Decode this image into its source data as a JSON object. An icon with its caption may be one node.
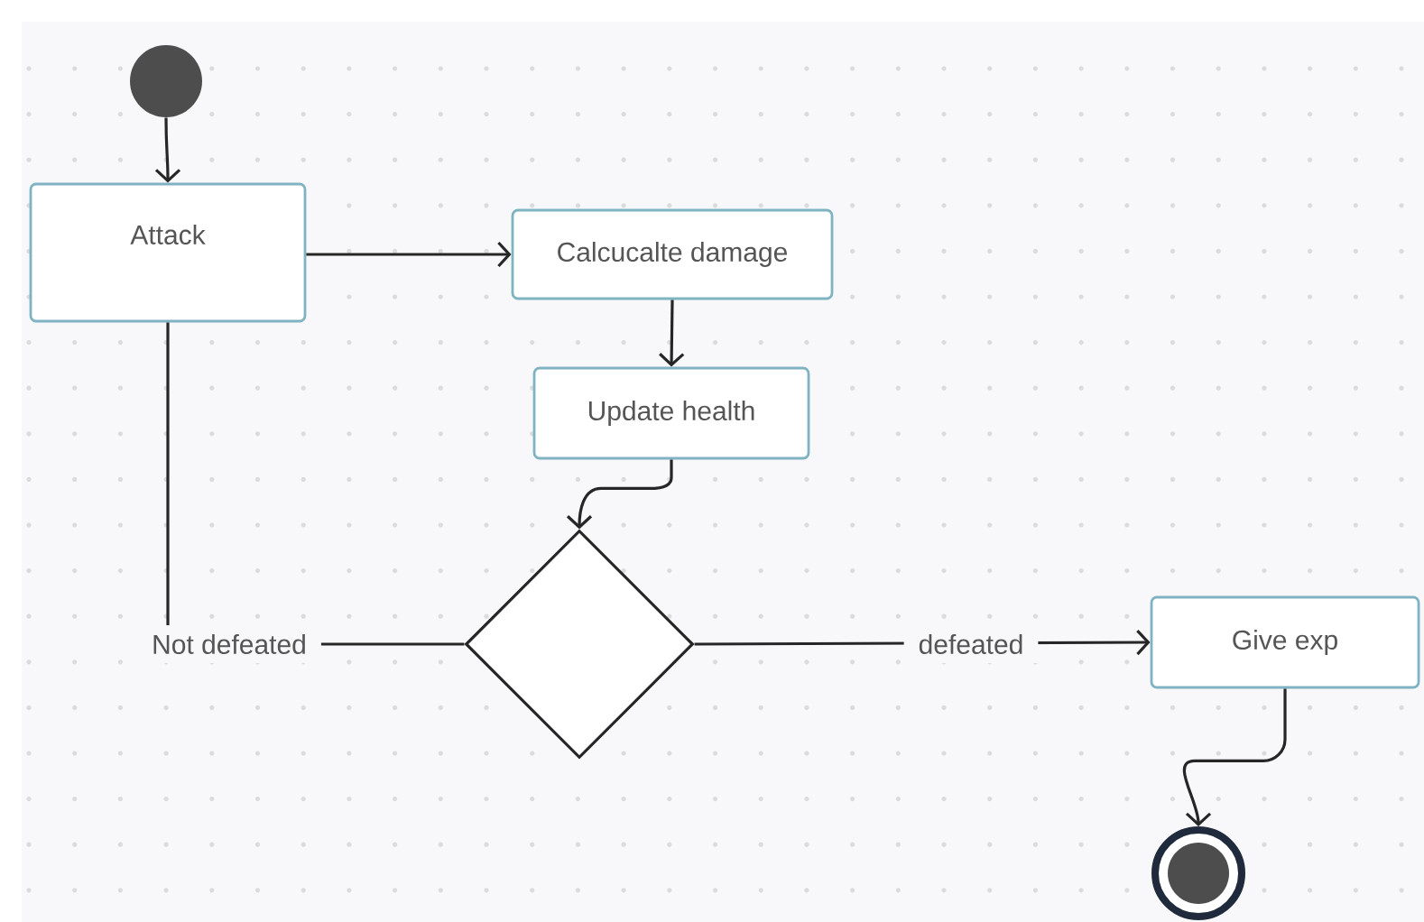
{
  "diagram": {
    "nodes": [
      {
        "text": [],
        "shape": "circle"
      },
      {
        "text": [
          "Attack"
        ]
      },
      {
        "text": [
          "Calcucalte damage"
        ]
      },
      {
        "text": [
          "Update health"
        ]
      },
      {
        "text": [],
        "shape": "diamond"
      },
      {
        "text": [
          "Give exp"
        ]
      },
      {
        "text": [],
        "shape": "circle"
      }
    ],
    "edges": [
      {
        "from": 0,
        "to": 1,
        "arrow": "to"
      },
      {
        "from": 1,
        "to": 2,
        "arrow": "to"
      },
      {
        "from": 2,
        "to": 3,
        "arrow": "to"
      },
      {
        "from": 3,
        "to": 4,
        "arrow": "to"
      },
      {
        "from": 4,
        "to": 1,
        "arrow": "none",
        "label": "Not defeated"
      },
      {
        "from": 4,
        "to": 5,
        "arrow": "to",
        "label": "defeated"
      },
      {
        "from": 5,
        "to": 6,
        "arrow": "to"
      }
    ]
  }
}
